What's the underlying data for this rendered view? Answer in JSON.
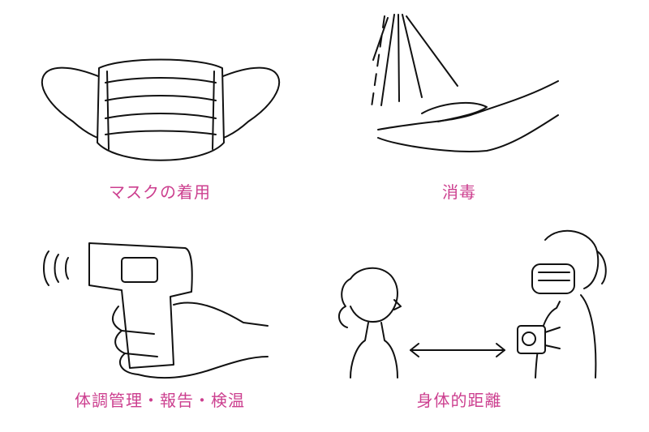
{
  "captions": {
    "mask": "マスクの着用",
    "disinfect": "消毒",
    "temperature": "体調管理・報告・検温",
    "distance": "身体的距離"
  },
  "colors": {
    "caption": "#cc3f8f",
    "line": "#111111"
  },
  "icons": [
    "face-mask-icon",
    "spray-hand-icon",
    "thermometer-gun-icon",
    "social-distance-icon"
  ]
}
